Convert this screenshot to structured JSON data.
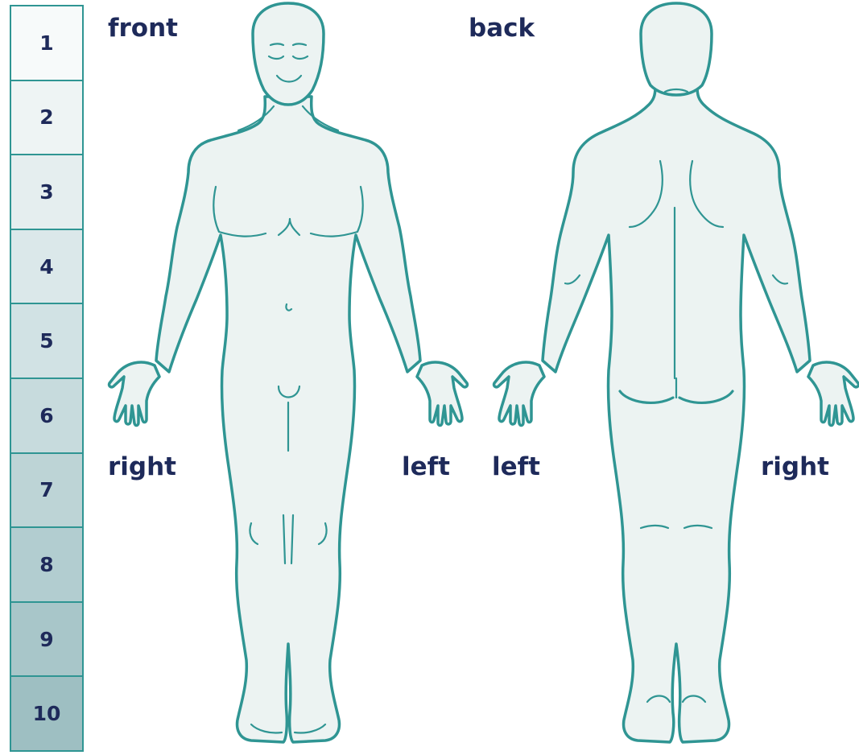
{
  "scale": {
    "items": [
      "1",
      "2",
      "3",
      "4",
      "5",
      "6",
      "7",
      "8",
      "9",
      "10"
    ],
    "colors": [
      "#f7fafa",
      "#eef4f4",
      "#e5eeef",
      "#dbe8ea",
      "#d1e2e4",
      "#c7dbdd",
      "#bdd4d6",
      "#b2cdd0",
      "#a8c6c9",
      "#9ebfc2"
    ]
  },
  "labels": {
    "front": "front",
    "back": "back",
    "front_right": "right",
    "front_left": "left",
    "back_left": "left",
    "back_right": "right"
  },
  "colors": {
    "outline": "#2f9593",
    "skin": "#ecf3f2",
    "text": "#1e2a5a"
  }
}
